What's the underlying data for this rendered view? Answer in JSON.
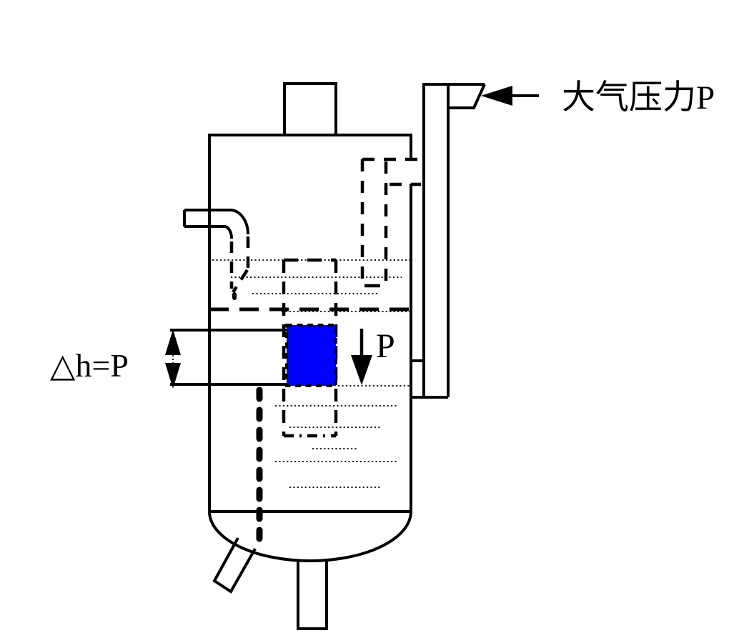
{
  "diagram": {
    "kind": "pressure-measurement-schematic",
    "labels": {
      "atmospheric_pressure": "大气压力P",
      "delta_h_equation": "△h=P",
      "pressure_p": "P"
    },
    "colors": {
      "line": "#000000",
      "background": "#ffffff",
      "liquid_block": "#0000ff"
    },
    "icons": [
      "left-arrow-icon",
      "down-arrow-icon",
      "double-vertical-arrow-icon"
    ]
  }
}
